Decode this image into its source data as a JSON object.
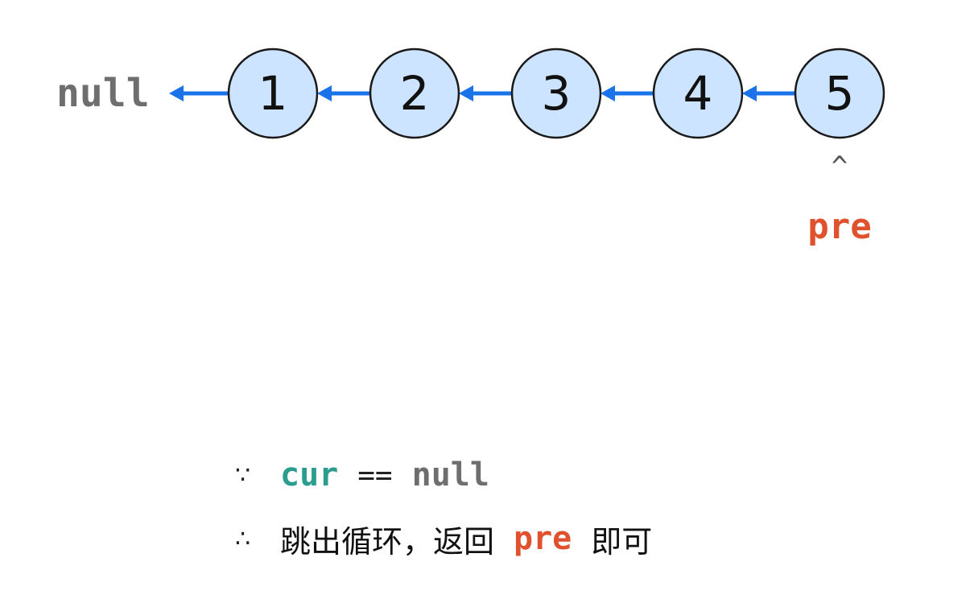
{
  "diagram": {
    "null_label": "null",
    "nodes": [
      {
        "label": "1"
      },
      {
        "label": "2"
      },
      {
        "label": "3"
      },
      {
        "label": "4"
      },
      {
        "label": "5"
      }
    ],
    "pointer": {
      "caret": "^",
      "label": "pre",
      "node_index": 4
    },
    "colors": {
      "node_fill": "#cce4ff",
      "node_stroke": "#1a1a1a",
      "arrow": "#1a73e8",
      "null_gray": "#6e6e6e",
      "pre_orange": "#e0522d",
      "cur_teal": "#2a9d8f"
    }
  },
  "notes": {
    "line1": {
      "symbol": "∵",
      "var": "cur",
      "op": "==",
      "value": "null"
    },
    "line2": {
      "symbol": "∴",
      "text_before": "跳出循环，返回",
      "var": "pre",
      "text_after": "即可"
    }
  }
}
